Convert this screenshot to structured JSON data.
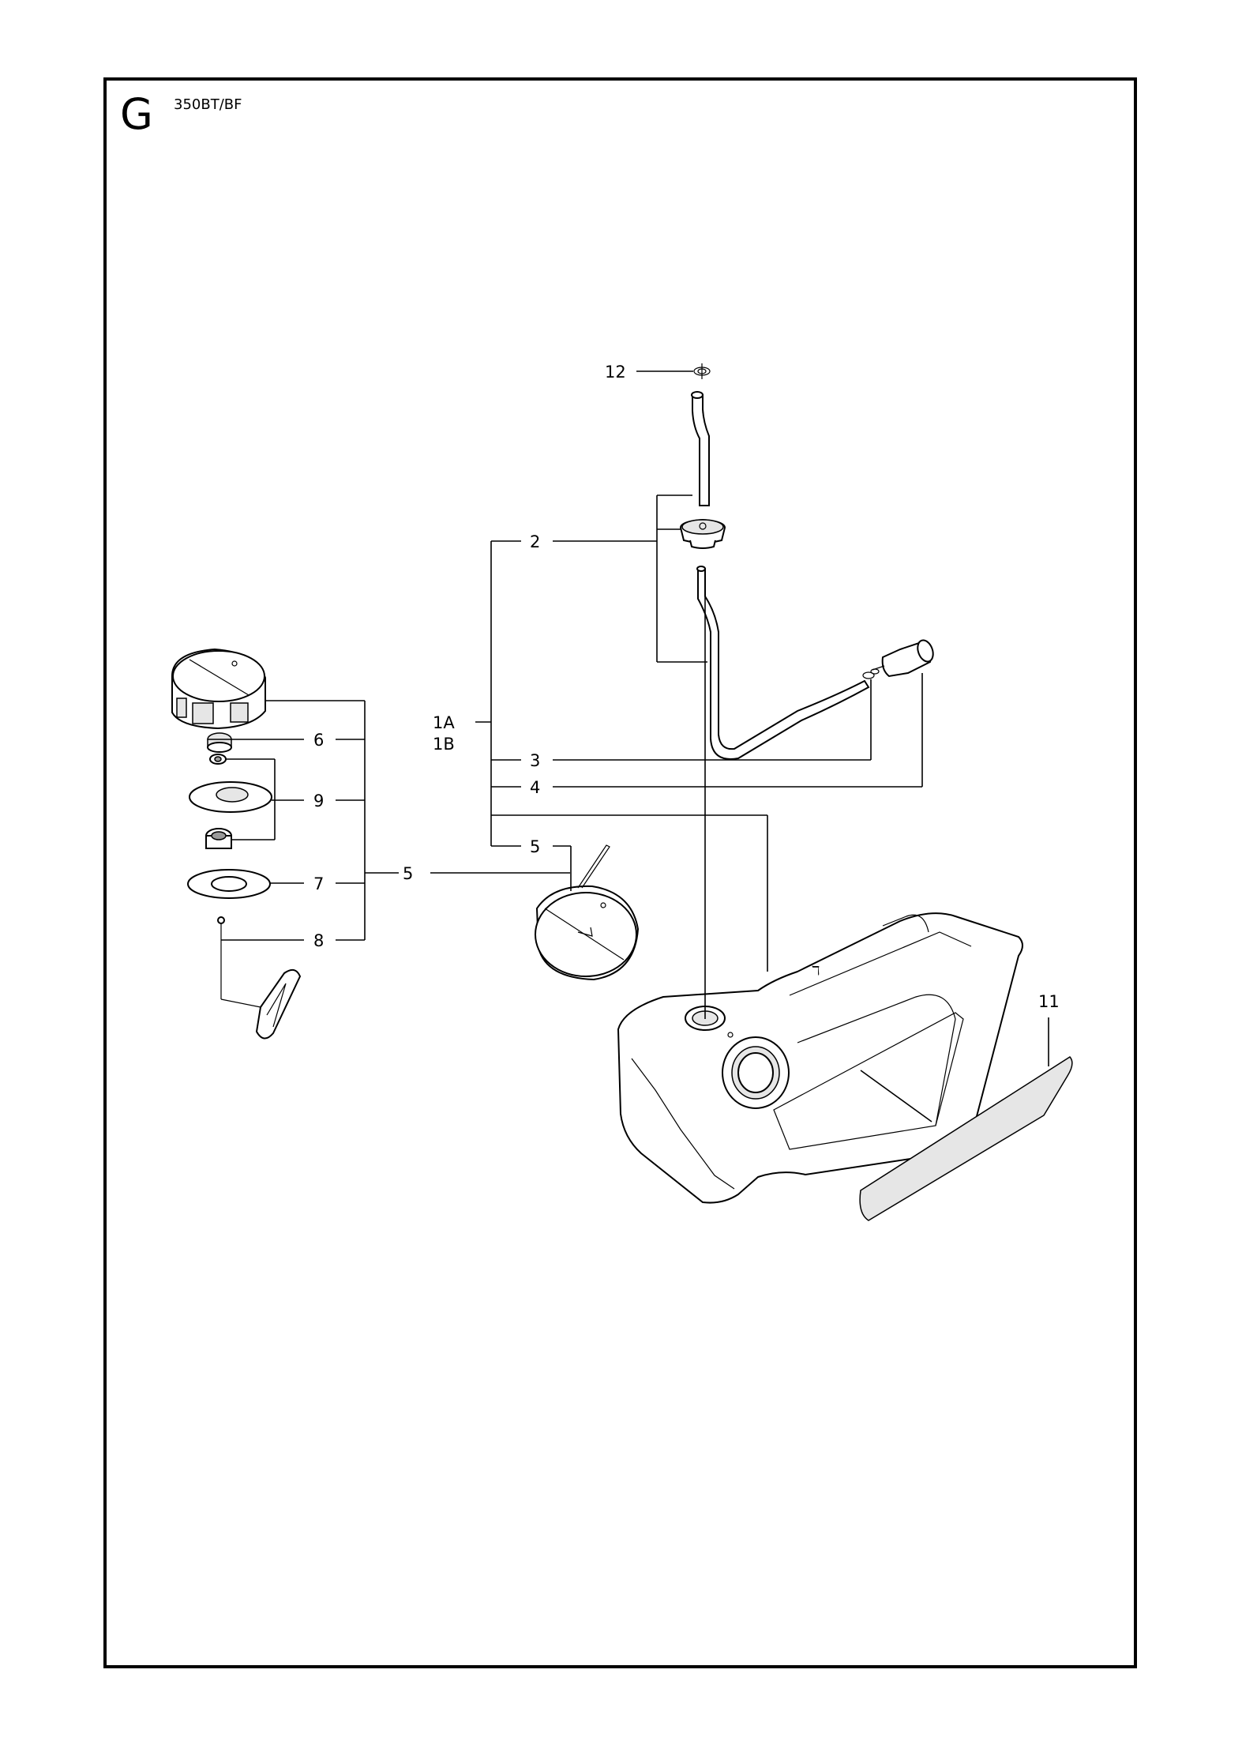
{
  "header": {
    "section_letter": "G",
    "model": "350BT/BF"
  },
  "callouts": {
    "p12": "12",
    "p2": "2",
    "p1a": "1A",
    "p1b": "1B",
    "p3": "3",
    "p4": "4",
    "p5_top": "5",
    "p5_left": "5",
    "p6": "6",
    "p9": "9",
    "p7": "7",
    "p8": "8",
    "p11": "11"
  }
}
